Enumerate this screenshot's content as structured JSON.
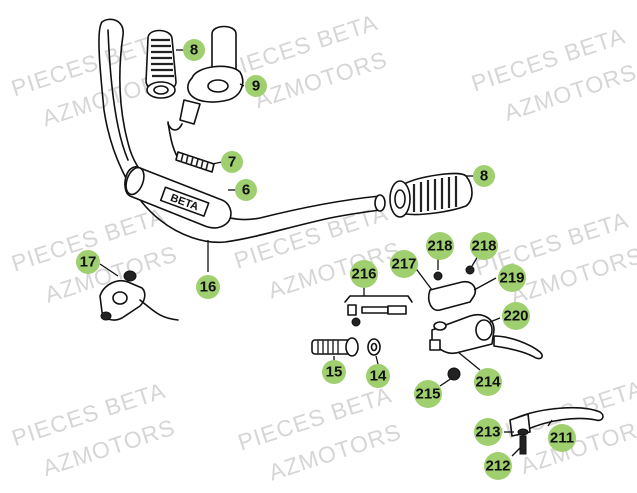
{
  "watermark": {
    "line1": "PIECES BETA",
    "line2": "AZMOTORS"
  },
  "callouts": [
    {
      "id": "8-top",
      "label": "8"
    },
    {
      "id": "9",
      "label": "9"
    },
    {
      "id": "7",
      "label": "7"
    },
    {
      "id": "6",
      "label": "6"
    },
    {
      "id": "8-right",
      "label": "8"
    },
    {
      "id": "16",
      "label": "16"
    },
    {
      "id": "17",
      "label": "17"
    },
    {
      "id": "216",
      "label": "216"
    },
    {
      "id": "217",
      "label": "217"
    },
    {
      "id": "218a",
      "label": "218"
    },
    {
      "id": "218b",
      "label": "218"
    },
    {
      "id": "219",
      "label": "219"
    },
    {
      "id": "220",
      "label": "220"
    },
    {
      "id": "15",
      "label": "15"
    },
    {
      "id": "14",
      "label": "14"
    },
    {
      "id": "214",
      "label": "214"
    },
    {
      "id": "215",
      "label": "215"
    },
    {
      "id": "213",
      "label": "213"
    },
    {
      "id": "211",
      "label": "211"
    },
    {
      "id": "212",
      "label": "212"
    }
  ],
  "pad_logo": "BETA",
  "colors": {
    "callout_fill": "#9fcf6f",
    "line": "#111111",
    "watermark": "#d6d6d6"
  }
}
